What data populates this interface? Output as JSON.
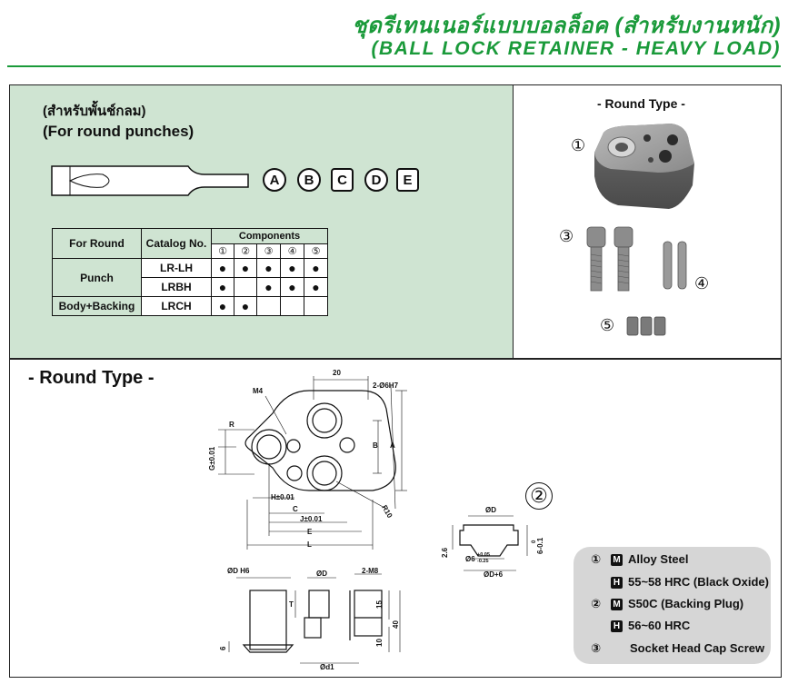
{
  "header": {
    "title_th": "ชุดรีเทนเนอร์แบบบอลล็อค (สำหรับงานหนัก)",
    "title_en": "(BALL LOCK RETAINER - HEAVY LOAD)"
  },
  "intro": {
    "thai": "(สำหรับพั้นช์กลม)",
    "english": "(For round punches)",
    "letters": [
      "A",
      "B",
      "C",
      "D",
      "E"
    ]
  },
  "components_table": {
    "col_for_round": "For Round",
    "col_catalog": "Catalog No.",
    "col_components": "Components",
    "comp_numbers": [
      "①",
      "②",
      "③",
      "④",
      "⑤"
    ],
    "group_punch": "Punch",
    "group_body": "Body+Backing",
    "rows": [
      {
        "catalog": "LR-LH",
        "dots": [
          "●",
          "●",
          "●",
          "●",
          "●"
        ]
      },
      {
        "catalog": "LRBH",
        "dots": [
          "●",
          "",
          "●",
          "●",
          "●"
        ]
      },
      {
        "catalog": "LRCH",
        "dots": [
          "●",
          "●",
          "",
          "",
          ""
        ]
      }
    ]
  },
  "photo_panel": {
    "label": "- Round Type -",
    "callouts": [
      "①",
      "③",
      "④",
      "⑤"
    ]
  },
  "drawing": {
    "title": "- Round Type -",
    "section_number": "②",
    "labels": {
      "d20": "20",
      "m4": "M4",
      "hole": "2-Ø6H7",
      "r": "R",
      "a": "A",
      "b": "B",
      "g": "G±0.01",
      "h": "H±0.01",
      "c": "C",
      "j": "J±0.01",
      "e": "E",
      "l": "L",
      "r10": "R10",
      "odh6": "ØD H6",
      "od": "ØD",
      "m8": "2-M8",
      "t": "T",
      "d15": "15",
      "d40": "40",
      "d10": "10",
      "d6": "6",
      "od1": "Ød1",
      "pod": "ØD",
      "p26": "2.6",
      "p6": "Ø6",
      "ptol_up": "+0.05",
      "ptol_dn": "-0.25",
      "podp6": "ØD+6",
      "pside": "6-0.1",
      "pside0": "0"
    }
  },
  "legend": {
    "rows": [
      {
        "num": "①",
        "code": "M",
        "text": "Alloy Steel"
      },
      {
        "num": "",
        "code": "H",
        "text": "55~58 HRC (Black Oxide)"
      },
      {
        "num": "②",
        "code": "M",
        "text": "S50C (Backing Plug)"
      },
      {
        "num": "",
        "code": "H",
        "text": "56~60 HRC"
      },
      {
        "num": "③",
        "code": "",
        "text": "Socket Head Cap Screw"
      }
    ]
  },
  "colors": {
    "accent_green": "#1a9a3a",
    "panel_green": "#cfe4d2",
    "legend_gray": "#d6d6d6"
  }
}
